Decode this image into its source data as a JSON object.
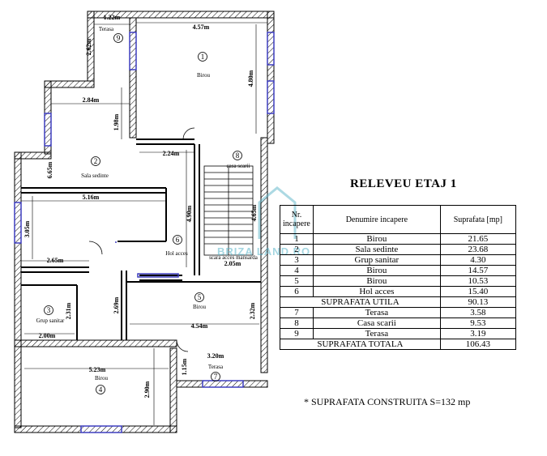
{
  "title": "RELEVEU ETAJ 1",
  "table": {
    "headers": [
      "Nr. incapere",
      "Denumire incapere",
      "Suprafata [mp]"
    ],
    "rows": [
      {
        "nr": "1",
        "name": "Birou",
        "area": "21.65"
      },
      {
        "nr": "2",
        "name": "Sala sedinte",
        "area": "23.68"
      },
      {
        "nr": "3",
        "name": "Grup sanitar",
        "area": "4.30"
      },
      {
        "nr": "4",
        "name": "Birou",
        "area": "14.57"
      },
      {
        "nr": "5",
        "name": "Birou",
        "area": "10.53"
      },
      {
        "nr": "6",
        "name": "Hol acces",
        "area": "15.40"
      }
    ],
    "subtotal": {
      "label": "SUPRAFATA UTILA",
      "area": "90.13"
    },
    "rows2": [
      {
        "nr": "7",
        "name": "Terasa",
        "area": "3.58"
      },
      {
        "nr": "8",
        "name": "Casa scarii",
        "area": "9.53"
      },
      {
        "nr": "9",
        "name": "Terasa",
        "area": "3.19"
      }
    ],
    "total": {
      "label": "SUPRAFATA TOTALA",
      "area": "106.43"
    }
  },
  "note": "* SUPRAFATA CONSTRUITA    S=132 mp",
  "watermark": "BRIZA LAND.RO",
  "plan": {
    "rooms": [
      {
        "num": "1",
        "name": "Birou"
      },
      {
        "num": "2",
        "name": "Sala sedinte"
      },
      {
        "num": "3",
        "name": "Grup sanitar"
      },
      {
        "num": "4",
        "name": "Birou"
      },
      {
        "num": "5",
        "name": "Birou"
      },
      {
        "num": "6",
        "name": "Hol acces"
      },
      {
        "num": "7",
        "name": "Terasa"
      },
      {
        "num": "8",
        "name": "casa scarii"
      },
      {
        "num": "9",
        "name": "Terasa"
      }
    ],
    "dims": {
      "d1": "1.22m",
      "d2": "4.57m",
      "d3": "2.62m",
      "d4": "4.80m",
      "d5": "2.84m",
      "d6": "1.98m",
      "d7": "2.24m",
      "d8": "6.65m",
      "d9": "5.16m",
      "d10": "4.90m",
      "d11": "3.05m",
      "d12": "2.65m",
      "d13": "2.05m",
      "d14": "2.31m",
      "d15": "2.69m",
      "d16": "2.32m",
      "d17": "4.54m",
      "d18": "2.00m",
      "d19": "3.20m",
      "d20": "1.15m",
      "d21": "5.23m",
      "d22": "2.90m",
      "d23": "4.65m"
    },
    "stair_label": "scara acces mansarda"
  },
  "colors": {
    "wall": "#000000",
    "window": "#3d3dbf",
    "watermark": "#5ab4c8"
  }
}
